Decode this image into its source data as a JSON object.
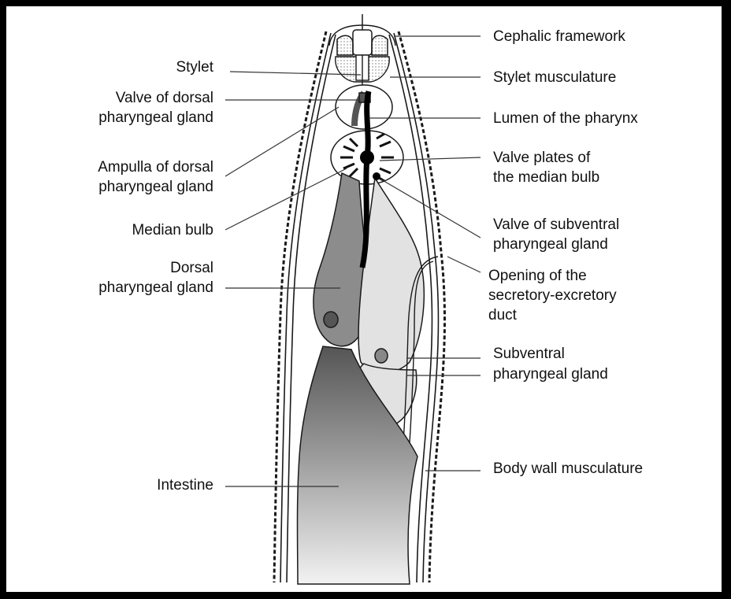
{
  "labels": {
    "left": {
      "stylet": "Stylet",
      "valve_dorsal_1": "Valve of dorsal",
      "valve_dorsal_2": "pharyngeal gland",
      "ampulla_1": "Ampulla of dorsal",
      "ampulla_2": "pharyngeal gland",
      "median_bulb": "Median bulb",
      "dorsal_gland_1": "Dorsal",
      "dorsal_gland_2": "pharyngeal gland",
      "intestine": "Intestine"
    },
    "right": {
      "cephalic": "Cephalic framework",
      "stylet_musc": "Stylet musculature",
      "lumen": "Lumen of the pharynx",
      "valve_plates_1": "Valve plates of",
      "valve_plates_2": "the median bulb",
      "valve_subventral_1": "Valve of subventral",
      "valve_subventral_2": "pharyngeal gland",
      "opening_1": "Opening of the",
      "opening_2": "secretory-excretory",
      "opening_3": "duct",
      "subventral_1": "Subventral",
      "subventral_2": "pharyngeal gland",
      "body_wall": "Body wall musculature"
    }
  },
  "colors": {
    "dorsal_gland": "#8c8c8c",
    "subventral_gland": "#e2e2e2",
    "lumen": "#000000",
    "outline": "#1a1a1a"
  }
}
